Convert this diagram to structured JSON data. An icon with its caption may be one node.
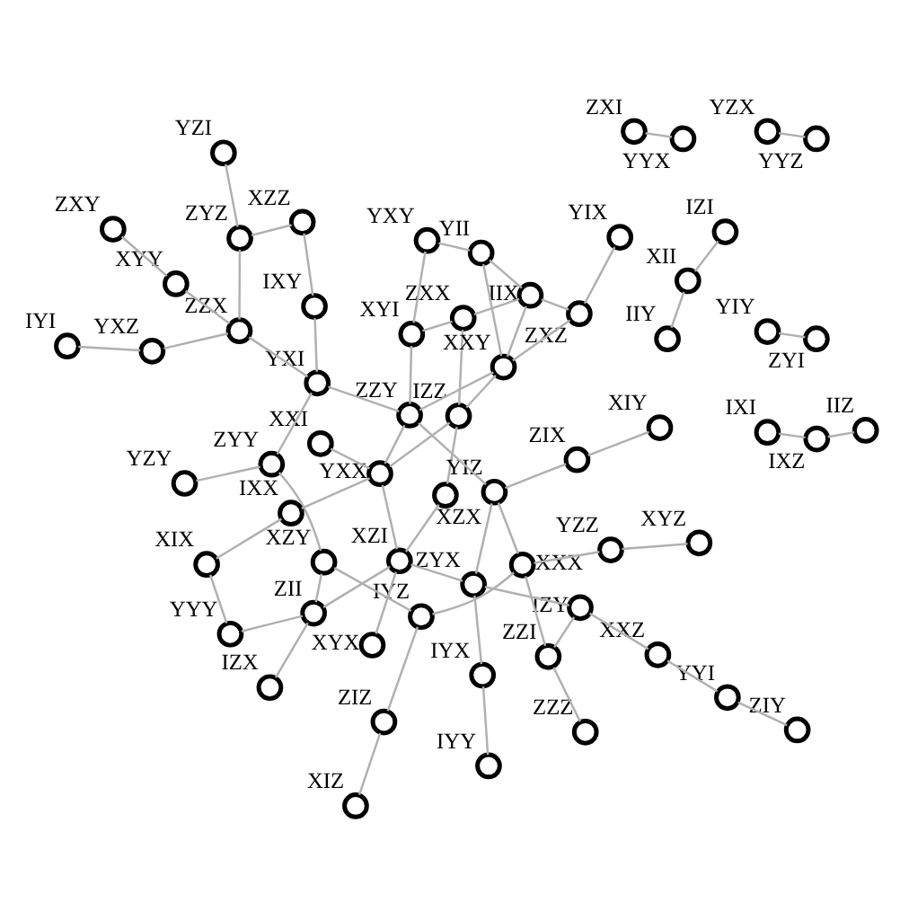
{
  "diagram": {
    "nodes": [
      {
        "text": [
          "XZY"
        ]
      },
      {
        "text": [
          "IZZ"
        ]
      },
      {
        "text": [
          "YIZ"
        ]
      },
      {
        "text": [
          "ZII"
        ]
      },
      {
        "text": [
          "YXX"
        ]
      },
      {
        "text": [
          "ZYX"
        ]
      },
      {
        "text": [
          "XZI"
        ]
      },
      {
        "text": [
          "XZX"
        ]
      },
      {
        "text": [
          "XII"
        ]
      },
      {
        "text": [
          "XYX"
        ]
      },
      {
        "text": [
          "IZI"
        ]
      },
      {
        "text": [
          "IIY"
        ]
      },
      {
        "text": [
          "XIX"
        ]
      },
      {
        "text": [
          "IYX"
        ]
      },
      {
        "text": [
          "IXX"
        ]
      },
      {
        "text": [
          "ZIX"
        ]
      },
      {
        "text": [
          "YYY"
        ]
      },
      {
        "text": [
          "XIY"
        ]
      },
      {
        "text": [
          "IYY"
        ]
      },
      {
        "text": [
          "IZX"
        ]
      },
      {
        "text": [
          "YXZ"
        ]
      },
      {
        "text": [
          "YIY"
        ]
      },
      {
        "text": [
          "ZYI"
        ]
      },
      {
        "text": [
          "IYI"
        ]
      },
      {
        "text": [
          "XXI"
        ]
      },
      {
        "text": [
          "ZYY"
        ]
      },
      {
        "text": [
          "IYZ"
        ]
      },
      {
        "text": [
          "YII"
        ]
      },
      {
        "text": [
          "XIZ"
        ]
      },
      {
        "text": [
          "YZY"
        ]
      },
      {
        "text": [
          "ZIZ"
        ]
      },
      {
        "text": [
          "YZX"
        ]
      },
      {
        "text": [
          "YIX"
        ]
      },
      {
        "text": [
          "XYI"
        ]
      },
      {
        "text": [
          "YXY"
        ]
      },
      {
        "text": [
          "YYZ"
        ]
      },
      {
        "text": [
          "XYZ"
        ]
      },
      {
        "text": [
          "ZXZ"
        ]
      },
      {
        "text": [
          "IIX"
        ]
      },
      {
        "text": [
          "ZXX"
        ]
      },
      {
        "text": [
          "YZZ"
        ]
      },
      {
        "text": [
          "IXI"
        ]
      },
      {
        "text": [
          "ZXY"
        ]
      },
      {
        "text": [
          "ZZY"
        ]
      },
      {
        "text": [
          "XXY"
        ]
      },
      {
        "text": [
          "IXY"
        ]
      },
      {
        "text": [
          "ZIY"
        ]
      },
      {
        "text": [
          "ZXI"
        ]
      },
      {
        "text": [
          "XYY"
        ]
      },
      {
        "text": [
          "YZI"
        ]
      },
      {
        "text": [
          "XZZ"
        ]
      },
      {
        "text": [
          "YYX"
        ]
      },
      {
        "text": [
          "IIZ"
        ]
      },
      {
        "text": [
          "IXZ"
        ]
      },
      {
        "text": [
          "ZZZ"
        ]
      },
      {
        "text": [
          "XXZ"
        ]
      },
      {
        "text": [
          "ZYZ"
        ]
      },
      {
        "text": [
          "ZZI"
        ]
      },
      {
        "text": [
          "YYI"
        ]
      },
      {
        "text": [
          "ZZX"
        ]
      },
      {
        "text": [
          "IZY"
        ]
      },
      {
        "text": [
          "YXI"
        ]
      },
      {
        "text": [
          "XXX"
        ]
      }
    ],
    "edges": [
      {
        "from": 0,
        "to": 25,
        "arrow": "none"
      },
      {
        "from": 0,
        "to": 26,
        "arrow": "none"
      },
      {
        "from": 0,
        "to": 3,
        "arrow": "none"
      },
      {
        "from": 1,
        "to": 44,
        "arrow": "none"
      },
      {
        "from": 1,
        "to": 4,
        "arrow": "none"
      },
      {
        "from": 1,
        "to": 7,
        "arrow": "none"
      },
      {
        "from": 1,
        "to": 39,
        "arrow": "none"
      },
      {
        "from": 2,
        "to": 43,
        "arrow": "none"
      },
      {
        "from": 2,
        "to": 5,
        "arrow": "none"
      },
      {
        "from": 2,
        "to": 62,
        "arrow": "none"
      },
      {
        "from": 2,
        "to": 15,
        "arrow": "none"
      },
      {
        "from": 43,
        "to": 4,
        "arrow": "none"
      },
      {
        "from": 43,
        "to": 44,
        "arrow": "none"
      },
      {
        "from": 43,
        "to": 61,
        "arrow": "none"
      },
      {
        "from": 43,
        "to": 33,
        "arrow": "none"
      },
      {
        "from": 44,
        "to": 37,
        "arrow": "none"
      },
      {
        "from": 44,
        "to": 38,
        "arrow": "none"
      },
      {
        "from": 44,
        "to": 27,
        "arrow": "none"
      },
      {
        "from": 62,
        "to": 57,
        "arrow": "none"
      },
      {
        "from": 62,
        "to": 26,
        "arrow": "none"
      },
      {
        "from": 62,
        "to": 40,
        "arrow": "none"
      },
      {
        "from": 61,
        "to": 25,
        "arrow": "none"
      },
      {
        "from": 61,
        "to": 59,
        "arrow": "none"
      },
      {
        "from": 61,
        "to": 45,
        "arrow": "none"
      },
      {
        "from": 3,
        "to": 6,
        "arrow": "none"
      },
      {
        "from": 3,
        "to": 16,
        "arrow": "none"
      },
      {
        "from": 3,
        "to": 19,
        "arrow": "none"
      },
      {
        "from": 4,
        "to": 6,
        "arrow": "none"
      },
      {
        "from": 4,
        "to": 24,
        "arrow": "none"
      },
      {
        "from": 4,
        "to": 14,
        "arrow": "none"
      },
      {
        "from": 5,
        "to": 6,
        "arrow": "none"
      },
      {
        "from": 5,
        "to": 13,
        "arrow": "none"
      },
      {
        "from": 5,
        "to": 60,
        "arrow": "none"
      },
      {
        "from": 38,
        "to": 37,
        "arrow": "none"
      },
      {
        "from": 38,
        "to": 39,
        "arrow": "none"
      },
      {
        "from": 38,
        "to": 27,
        "arrow": "none"
      },
      {
        "from": 60,
        "to": 55,
        "arrow": "none"
      },
      {
        "from": 60,
        "to": 57,
        "arrow": "none"
      },
      {
        "from": 59,
        "to": 56,
        "arrow": "none"
      },
      {
        "from": 59,
        "to": 48,
        "arrow": "none"
      },
      {
        "from": 59,
        "to": 20,
        "arrow": "none"
      },
      {
        "from": 39,
        "to": 33,
        "arrow": "none"
      },
      {
        "from": 6,
        "to": 7,
        "arrow": "none"
      },
      {
        "from": 6,
        "to": 9,
        "arrow": "none"
      },
      {
        "from": 8,
        "to": 11,
        "arrow": "none"
      },
      {
        "from": 8,
        "to": 10,
        "arrow": "none"
      },
      {
        "from": 12,
        "to": 14,
        "arrow": "none"
      },
      {
        "from": 18,
        "to": 13,
        "arrow": "none"
      },
      {
        "from": 20,
        "to": 23,
        "arrow": "none"
      },
      {
        "from": 16,
        "to": 12,
        "arrow": "none"
      },
      {
        "from": 17,
        "to": 15,
        "arrow": "none"
      },
      {
        "from": 21,
        "to": 22,
        "arrow": "none"
      },
      {
        "from": 25,
        "to": 29,
        "arrow": "none"
      },
      {
        "from": 33,
        "to": 34,
        "arrow": "none"
      },
      {
        "from": 31,
        "to": 35,
        "arrow": "none"
      },
      {
        "from": 42,
        "to": 48,
        "arrow": "none"
      },
      {
        "from": 49,
        "to": 56,
        "arrow": "none"
      },
      {
        "from": 45,
        "to": 50,
        "arrow": "none"
      },
      {
        "from": 46,
        "to": 58,
        "arrow": "none"
      },
      {
        "from": 47,
        "to": 51,
        "arrow": "none"
      },
      {
        "from": 52,
        "to": 53,
        "arrow": "none"
      },
      {
        "from": 54,
        "to": 57,
        "arrow": "none"
      },
      {
        "from": 41,
        "to": 53,
        "arrow": "none"
      },
      {
        "from": 32,
        "to": 37,
        "arrow": "none"
      },
      {
        "from": 36,
        "to": 40,
        "arrow": "none"
      },
      {
        "from": 28,
        "to": 30,
        "arrow": "none"
      },
      {
        "from": 26,
        "to": 30,
        "arrow": "none"
      },
      {
        "from": 55,
        "to": 58,
        "arrow": "none"
      },
      {
        "from": 50,
        "to": 56,
        "arrow": "none"
      },
      {
        "from": 27,
        "to": 34,
        "arrow": "none"
      }
    ]
  }
}
